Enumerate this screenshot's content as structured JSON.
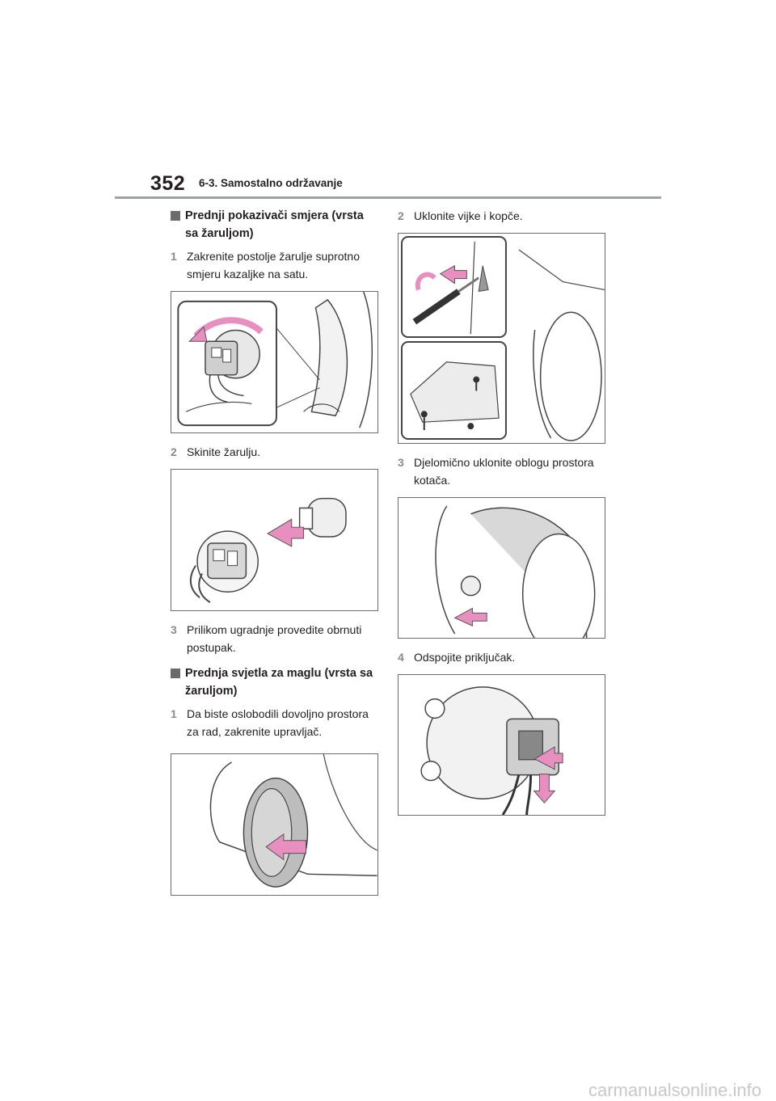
{
  "header": {
    "page_number": "352",
    "section_title": "6-3. Samostalno održavanje"
  },
  "left": {
    "heading1": "Prednji pokazivači smjera (vrsta sa žaruljom)",
    "steps1": [
      {
        "num": "1",
        "text": "Zakrenite postolje žarulje suprotno smjeru kazaljke na satu."
      },
      {
        "num": "2",
        "text": "Skinite žarulju."
      },
      {
        "num": "3",
        "text": "Prilikom ugradnje provedite obrnuti postupak."
      }
    ],
    "heading2": "Prednja svjetla za maglu (vrsta sa žaruljom)",
    "steps2": [
      {
        "num": "1",
        "text": "Da biste oslobodili dovoljno prostora za rad, zakrenite upravljač."
      }
    ]
  },
  "right": {
    "steps": [
      {
        "num": "2",
        "text": "Uklonite vijke i kopče."
      },
      {
        "num": "3",
        "text": "Djelomično uklonite oblogu prostora kotača."
      },
      {
        "num": "4",
        "text": "Odspojite priključak."
      }
    ]
  },
  "watermark": "carmanualsonline.info",
  "colors": {
    "arrow_pink": "#e98fc0",
    "rule_gray": "#9aa39d",
    "square_gray": "#6b6b6b"
  }
}
